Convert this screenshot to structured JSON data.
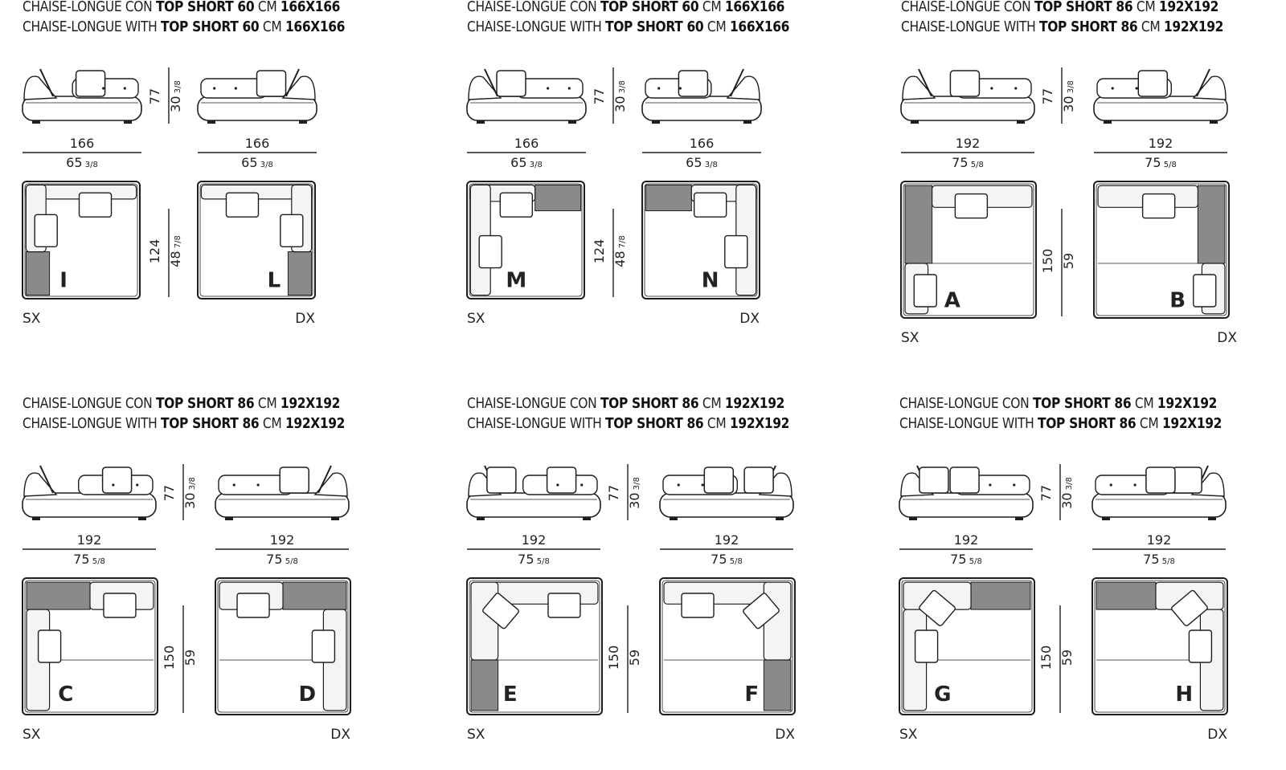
{
  "panels": [
    {
      "title_it": {
        "pre": "CHAISE-LONGUE CON ",
        "model": "TOP SHORT 60",
        "mid": " CM ",
        "size": "166X166"
      },
      "title_en": {
        "pre": "CHAISE-LONGUE WITH ",
        "model": "TOP SHORT 60",
        "mid": " CM ",
        "size": "166X166"
      },
      "width_cm": "166",
      "width_in": "65",
      "width_in_frac": "3/8",
      "height_cm": "77",
      "height_in": "30",
      "height_in_frac": "3/8",
      "depth_cm": "124",
      "depth_in": "48",
      "depth_in_frac": "7/8",
      "left": {
        "letter": "I",
        "side": "SX"
      },
      "right": {
        "letter": "L",
        "side": "DX"
      }
    },
    {
      "title_it": {
        "pre": "CHAISE-LONGUE CON ",
        "model": "TOP SHORT 60",
        "mid": " CM ",
        "size": "166X166"
      },
      "title_en": {
        "pre": "CHAISE-LONGUE WITH ",
        "model": "TOP SHORT 60",
        "mid": " CM ",
        "size": "166X166"
      },
      "width_cm": "166",
      "width_in": "65",
      "width_in_frac": "3/8",
      "height_cm": "77",
      "height_in": "30",
      "height_in_frac": "3/8",
      "depth_cm": "124",
      "depth_in": "48",
      "depth_in_frac": "7/8",
      "left": {
        "letter": "M",
        "side": "SX"
      },
      "right": {
        "letter": "N",
        "side": "DX"
      }
    },
    {
      "title_it": {
        "pre": "CHAISE-LONGUE CON ",
        "model": "TOP SHORT 86",
        "mid": " CM ",
        "size": "192X192"
      },
      "title_en": {
        "pre": "CHAISE-LONGUE WITH ",
        "model": "TOP SHORT 86",
        "mid": " CM ",
        "size": "192X192"
      },
      "width_cm": "192",
      "width_in": "75",
      "width_in_frac": "5/8",
      "height_cm": "77",
      "height_in": "30",
      "height_in_frac": "3/8",
      "depth_cm": "150",
      "depth_in": "59",
      "depth_in_frac": "",
      "left": {
        "letter": "A",
        "side": "SX"
      },
      "right": {
        "letter": "B",
        "side": "DX"
      }
    },
    {
      "title_it": {
        "pre": "CHAISE-LONGUE CON ",
        "model": "TOP SHORT 86",
        "mid": " CM ",
        "size": "192X192"
      },
      "title_en": {
        "pre": "CHAISE-LONGUE WITH ",
        "model": "TOP SHORT 86",
        "mid": " CM ",
        "size": "192X192"
      },
      "width_cm": "192",
      "width_in": "75",
      "width_in_frac": "5/8",
      "height_cm": "77",
      "height_in": "30",
      "height_in_frac": "3/8",
      "depth_cm": "150",
      "depth_in": "59",
      "depth_in_frac": "",
      "left": {
        "letter": "C",
        "side": "SX"
      },
      "right": {
        "letter": "D",
        "side": "DX"
      }
    },
    {
      "title_it": {
        "pre": "CHAISE-LONGUE CON ",
        "model": "TOP SHORT 86",
        "mid": " CM ",
        "size": "192X192"
      },
      "title_en": {
        "pre": "CHAISE-LONGUE WITH ",
        "model": "TOP SHORT 86",
        "mid": " CM ",
        "size": "192X192"
      },
      "width_cm": "192",
      "width_in": "75",
      "width_in_frac": "5/8",
      "height_cm": "77",
      "height_in": "30",
      "height_in_frac": "3/8",
      "depth_cm": "150",
      "depth_in": "59",
      "depth_in_frac": "",
      "left": {
        "letter": "E",
        "side": "SX"
      },
      "right": {
        "letter": "F",
        "side": "DX"
      }
    },
    {
      "title_it": {
        "pre": "CHAISE-LONGUE CON ",
        "model": "TOP SHORT 86",
        "mid": " CM ",
        "size": "192X192"
      },
      "title_en": {
        "pre": "CHAISE-LONGUE WITH ",
        "model": "TOP SHORT 86",
        "mid": " CM ",
        "size": "192X192"
      },
      "width_cm": "192",
      "width_in": "75",
      "width_in_frac": "5/8",
      "height_cm": "77",
      "height_in": "30",
      "height_in_frac": "3/8",
      "depth_cm": "150",
      "depth_in": "59",
      "depth_in_frac": "",
      "left": {
        "letter": "G",
        "side": "SX"
      },
      "right": {
        "letter": "H",
        "side": "DX"
      }
    }
  ],
  "colors": {
    "line": "#1e1e1e",
    "fill_gray": "#8a8a8a",
    "fill_light": "#f4f4f4"
  }
}
